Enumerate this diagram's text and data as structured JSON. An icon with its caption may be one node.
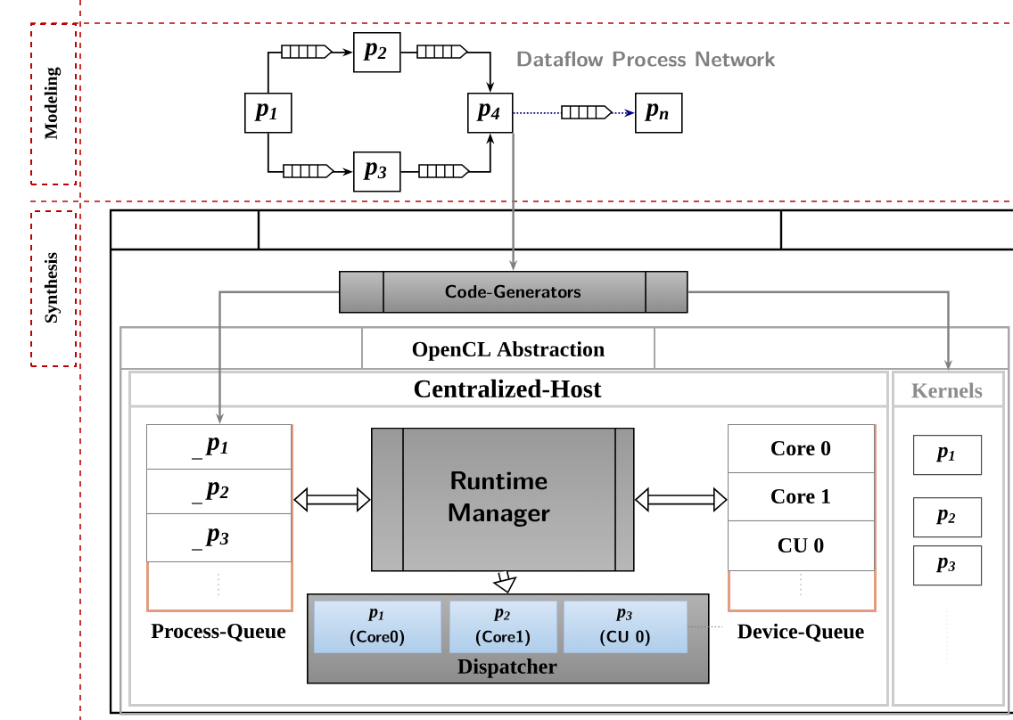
{
  "diagram": {
    "nodes": [
      {
        "text": [
          "p$_{1}$"
        ]
      },
      {
        "text": [
          "p$_{2}$"
        ]
      },
      {
        "text": [
          "p$_{3}$"
        ]
      },
      {
        "text": [
          "p$_{4}$"
        ]
      },
      {
        "text": [
          "p$_{n}$"
        ]
      },
      {
        "text": [
          "Modeling"
        ]
      },
      {
        "text": [
          "Synthesis"
        ]
      },
      {
        "text": [
          "Code-Generators"
        ]
      },
      {
        "text": [
          "OpenCL Abstraction"
        ]
      },
      {
        "text": [
          "Centralized-Host"
        ],
        "in": 8
      },
      {
        "text": [
          "Kernels"
        ],
        "in": 8
      },
      {
        "text": [
          "Process-Queue"
        ],
        "in": 9
      },
      {
        "text": [
          "p$_{1}$"
        ],
        "in": 11
      },
      {
        "text": [
          "p$_{2}$"
        ],
        "in": 11
      },
      {
        "text": [
          "p$_{3}$"
        ],
        "in": 11
      },
      {
        "text": [
          "Runtime Manager"
        ],
        "in": 9
      },
      {
        "text": [
          "Device-Queue"
        ],
        "in": 9
      },
      {
        "text": [
          "Core 0"
        ],
        "in": 16
      },
      {
        "text": [
          "Core 1"
        ],
        "in": 16
      },
      {
        "text": [
          "CU 0"
        ],
        "in": 16
      },
      {
        "text": [
          "Dispatcher"
        ],
        "in": 9
      },
      {
        "text": [
          "p$_{1}$",
          "(Core0)"
        ],
        "in": 20
      },
      {
        "text": [
          "p$_{2}$",
          "(Core1)"
        ],
        "in": 20
      },
      {
        "text": [
          "p$_{3}$",
          "(CU 0)"
        ],
        "in": 20
      },
      {
        "text": [
          "p$_{1}$"
        ],
        "in": 10
      },
      {
        "text": [
          "p$_{2}$"
        ],
        "in": 10
      },
      {
        "text": [
          "p$_{3}$"
        ],
        "in": 10
      }
    ],
    "edges": [
      {
        "from": 0,
        "to": 1,
        "arrow": "to"
      },
      {
        "from": 0,
        "to": 2,
        "arrow": "to"
      },
      {
        "from": 1,
        "to": 3,
        "arrow": "to"
      },
      {
        "from": 2,
        "to": 3,
        "arrow": "to"
      },
      {
        "from": 3,
        "to": 4,
        "arrow": "to",
        "style": "dashed",
        "color": "#000080"
      },
      {
        "from": 3,
        "to": 7,
        "arrow": "to",
        "color": "#808080"
      },
      {
        "from": 7,
        "to": 11,
        "arrow": "to",
        "color": "#808080"
      },
      {
        "from": 7,
        "to": 10,
        "arrow": "to",
        "color": "#808080"
      },
      {
        "from": 11,
        "to": 15,
        "arrow": "both",
        "style": "thick"
      },
      {
        "from": 15,
        "to": 16,
        "arrow": "both",
        "style": "thick"
      },
      {
        "from": 15,
        "to": 20,
        "arrow": "to",
        "style": "thick"
      },
      {
        "from": 23,
        "to": 16,
        "arrow": "none",
        "style": "dashed",
        "color": "#808080"
      }
    ],
    "labels": [
      "Dataflow Process Network"
    ]
  }
}
